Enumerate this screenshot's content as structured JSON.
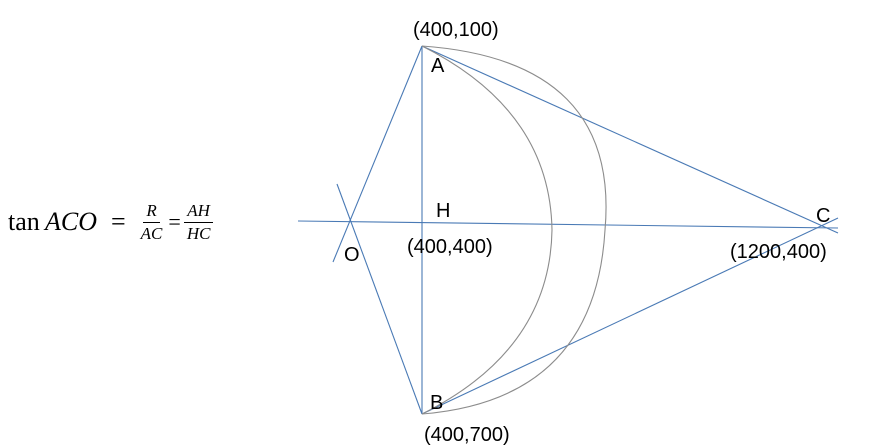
{
  "formula": {
    "lhs_func": "tan",
    "lhs_angle": "ACO",
    "eq1": "=",
    "frac1_num": "R",
    "frac1_den": "AC",
    "eq2": "=",
    "frac2_num": "AH",
    "frac2_den": "HC"
  },
  "points": {
    "A": {
      "label": "A",
      "coord": "(400,100)"
    },
    "B": {
      "label": "B",
      "coord": "(400,700)"
    },
    "H": {
      "label": "H",
      "coord": "(400,400)"
    },
    "C": {
      "label": "C",
      "coord": "(1200,400)"
    },
    "O": {
      "label": "O"
    }
  },
  "colors": {
    "construction_line": "#4a7ab5",
    "arc": "#8c8c8c",
    "text": "#000000"
  }
}
